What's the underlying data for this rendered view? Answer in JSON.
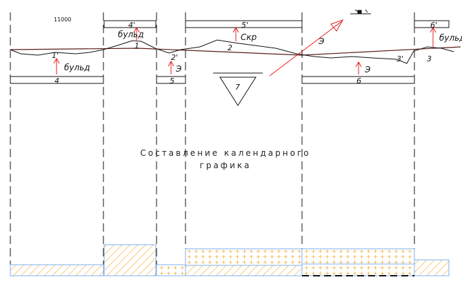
{
  "header": {
    "scale_value": "11000"
  },
  "title": {
    "line1": "Составление календарного",
    "line2": "графика"
  },
  "profile": {
    "points": [
      "1",
      "2",
      "3",
      "1'",
      "2'",
      "3'",
      "4'",
      "5'",
      "6'"
    ]
  },
  "segments": {
    "lower": [
      "4",
      "5",
      "6"
    ],
    "spoil": "7"
  },
  "machines": {
    "bulldozer": "бульд",
    "scraper": "Скр",
    "excavator": "Э"
  },
  "colors": {
    "line": "#111111",
    "profile_line": "#5a1a1a",
    "arrow": "#e41e1e",
    "hatch_orange": "#f5a623",
    "fill_border": "#7fb0f0"
  }
}
